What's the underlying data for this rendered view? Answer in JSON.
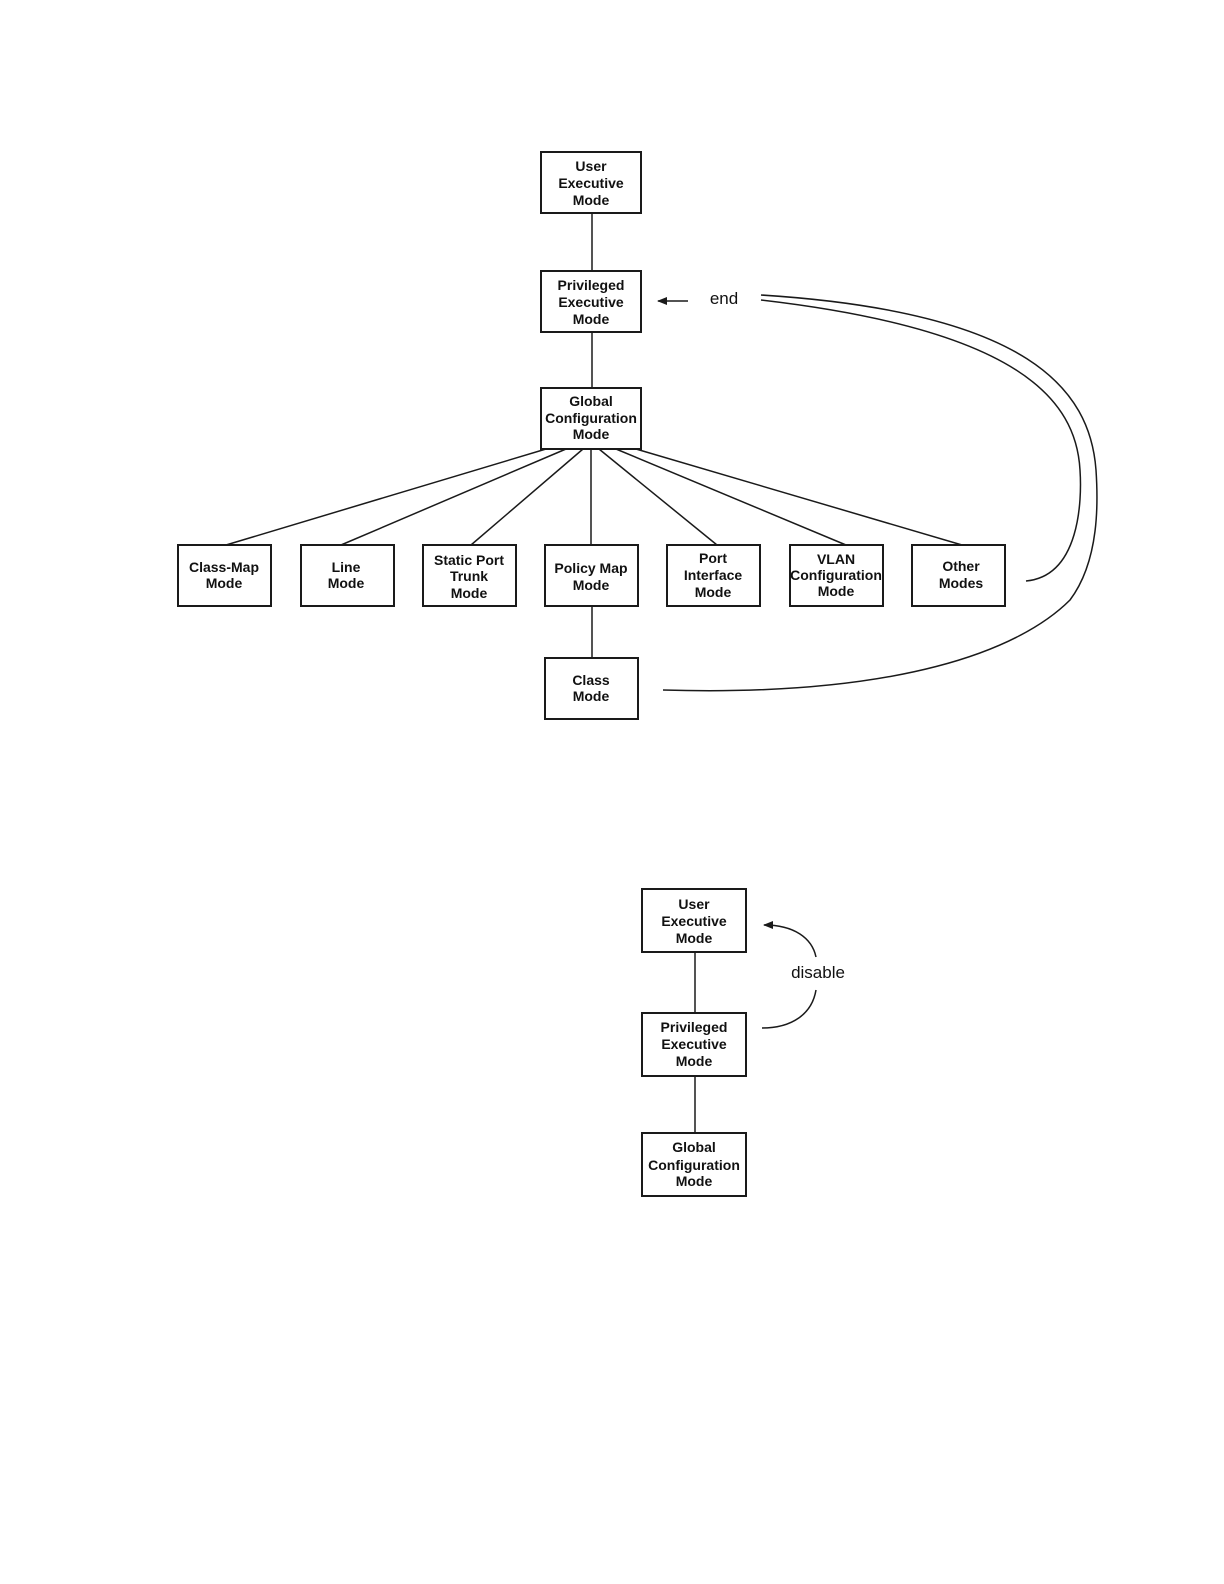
{
  "diagram1": {
    "nodes": {
      "user_exec": [
        "User",
        "Executive",
        "Mode"
      ],
      "priv_exec": [
        "Privileged",
        "Executive",
        "Mode"
      ],
      "global_config": [
        "Global",
        "Configuration",
        "Mode"
      ],
      "class_map": [
        "Class-Map",
        "Mode"
      ],
      "line": [
        "Line",
        "Mode"
      ],
      "static_port_trunk": [
        "Static Port",
        "Trunk",
        "Mode"
      ],
      "policy_map": [
        "Policy Map",
        "Mode"
      ],
      "port_interface": [
        "Port",
        "Interface",
        "Mode"
      ],
      "vlan_config": [
        "VLAN",
        "Configuration",
        "Mode"
      ],
      "other_modes": [
        "Other",
        "Modes"
      ],
      "class": [
        "Class",
        "Mode"
      ]
    },
    "command": "end"
  },
  "diagram2": {
    "nodes": {
      "user_exec": [
        "User",
        "Executive",
        "Mode"
      ],
      "priv_exec": [
        "Privileged",
        "Executive",
        "Mode"
      ],
      "global_config": [
        "Global",
        "Configuration",
        "Mode"
      ]
    },
    "command": "disable"
  }
}
